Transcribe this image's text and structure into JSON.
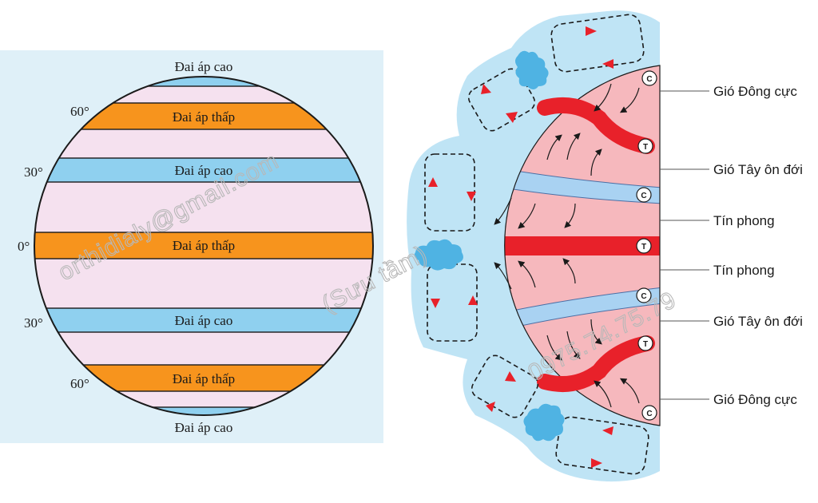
{
  "colors": {
    "panel_bg": "#dff0f8",
    "globe_fill": "#f5e1ef",
    "high_pressure": "#8fd0ef",
    "low_pressure": "#f7941d",
    "hemi_fill": "#f6b8bd",
    "high_band": "#a9d2f2",
    "low_band": "#e8212a",
    "cloud": "#4fb3e3",
    "halo": "#bfe4f5",
    "arrow_red": "#e8212a"
  },
  "left": {
    "belts": [
      {
        "label": "Đai áp cao",
        "type": "high"
      },
      {
        "label": "Đai áp thấp",
        "type": "low"
      },
      {
        "label": "Đai áp cao",
        "type": "high"
      },
      {
        "label": "Đai áp thấp",
        "type": "low"
      },
      {
        "label": "Đai áp cao",
        "type": "high"
      },
      {
        "label": "Đai áp thấp",
        "type": "low"
      },
      {
        "label": "Đai áp cao",
        "type": "high"
      }
    ],
    "latitudes": [
      "60°",
      "30°",
      "0°",
      "30°",
      "60°"
    ]
  },
  "right": {
    "winds": [
      "Gió Đông cực",
      "Gió Tây ôn đới",
      "Tín phong",
      "Tín phong",
      "Gió Tây ôn đới",
      "Gió Đông cực"
    ],
    "markers": {
      "high": "C",
      "low": "T"
    }
  },
  "watermarks": [
    "orthidialy@gmail.com",
    "(Sưu tầm)",
    "0975.74.75.79"
  ]
}
